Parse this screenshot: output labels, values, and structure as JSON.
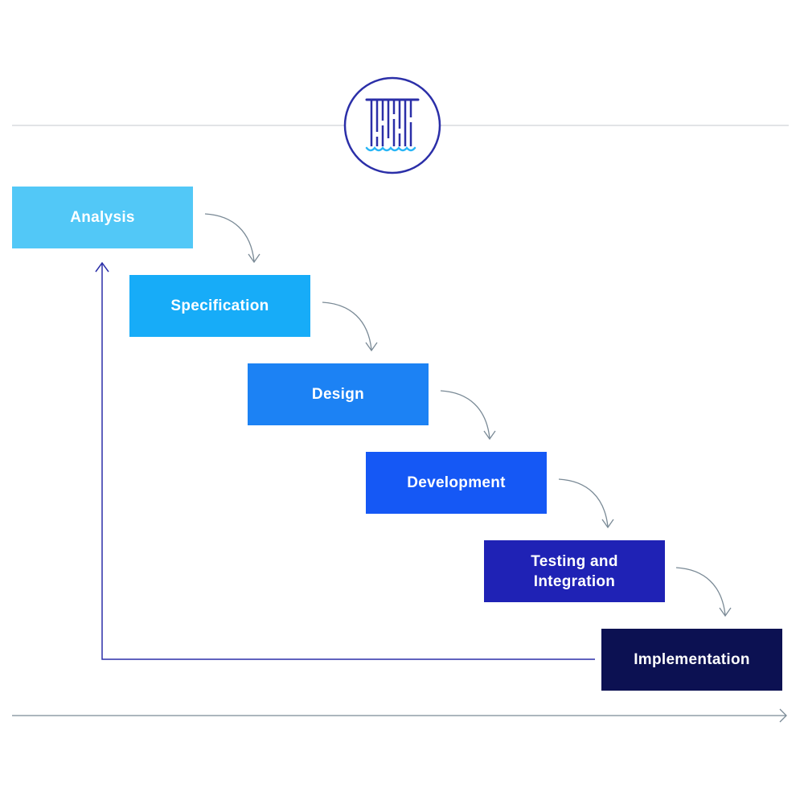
{
  "stages": [
    {
      "label": "Analysis",
      "color": "#52c8f7"
    },
    {
      "label": "Specification",
      "color": "#17acf8"
    },
    {
      "label": "Design",
      "color": "#1c82f4"
    },
    {
      "label": "Development",
      "color": "#1558f5"
    },
    {
      "label": "Testing and\nIntegration",
      "color": "#1f22b5"
    },
    {
      "label": "Implementation",
      "color": "#0c1152"
    }
  ],
  "colors": {
    "connector_arrow": "#7a8a96",
    "feedback_arrow": "#2b2fa8",
    "icon_ring": "#2b2fa8",
    "icon_water": "#29b6f6",
    "rule_line": "#d0d4d8",
    "time_axis": "#7a8a96"
  },
  "icons": {
    "header": "waterfall-icon"
  }
}
